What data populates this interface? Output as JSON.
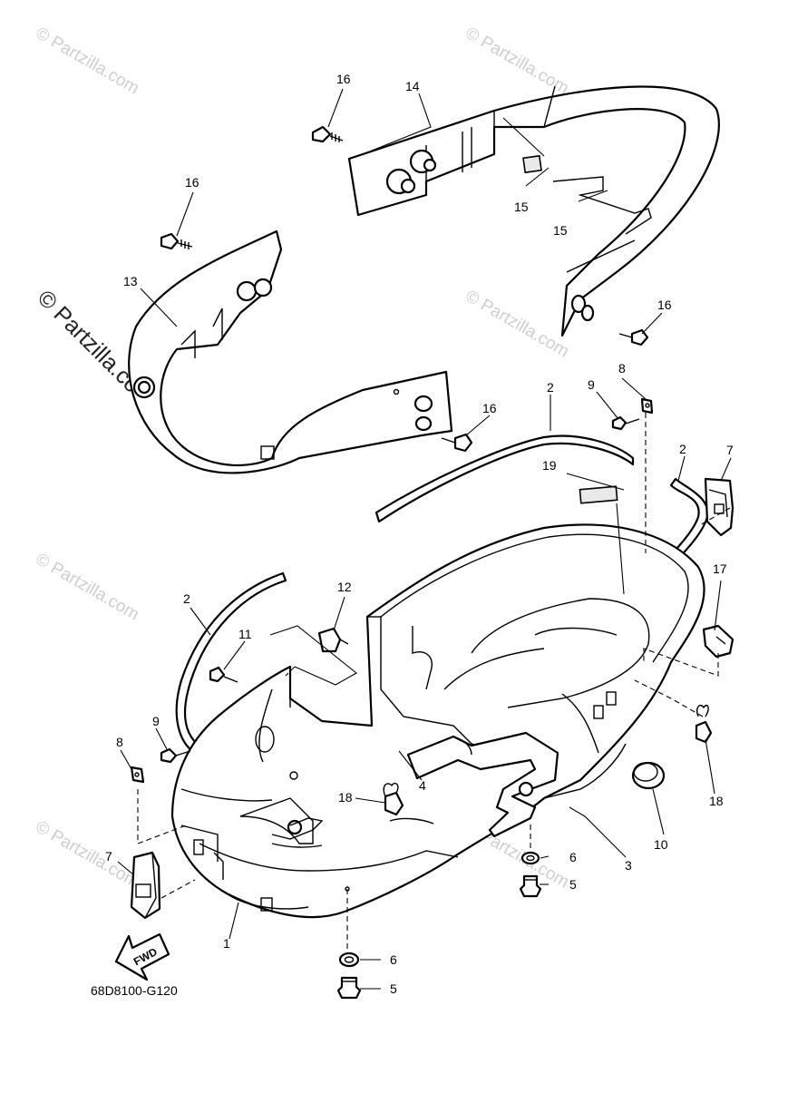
{
  "watermark": "© Partzilla.com",
  "copyright": "© Partzilla.com",
  "diagram_code": "68D8100-G120",
  "fwd_label": "FWD",
  "callouts": [
    "16",
    "14",
    "16",
    "15",
    "15",
    "13",
    "16",
    "16",
    "8",
    "9",
    "2",
    "2",
    "7",
    "19",
    "17",
    "12",
    "2",
    "11",
    "9",
    "8",
    "4",
    "18",
    "18",
    "10",
    "3",
    "7",
    "6",
    "5",
    "1",
    "6",
    "5"
  ]
}
